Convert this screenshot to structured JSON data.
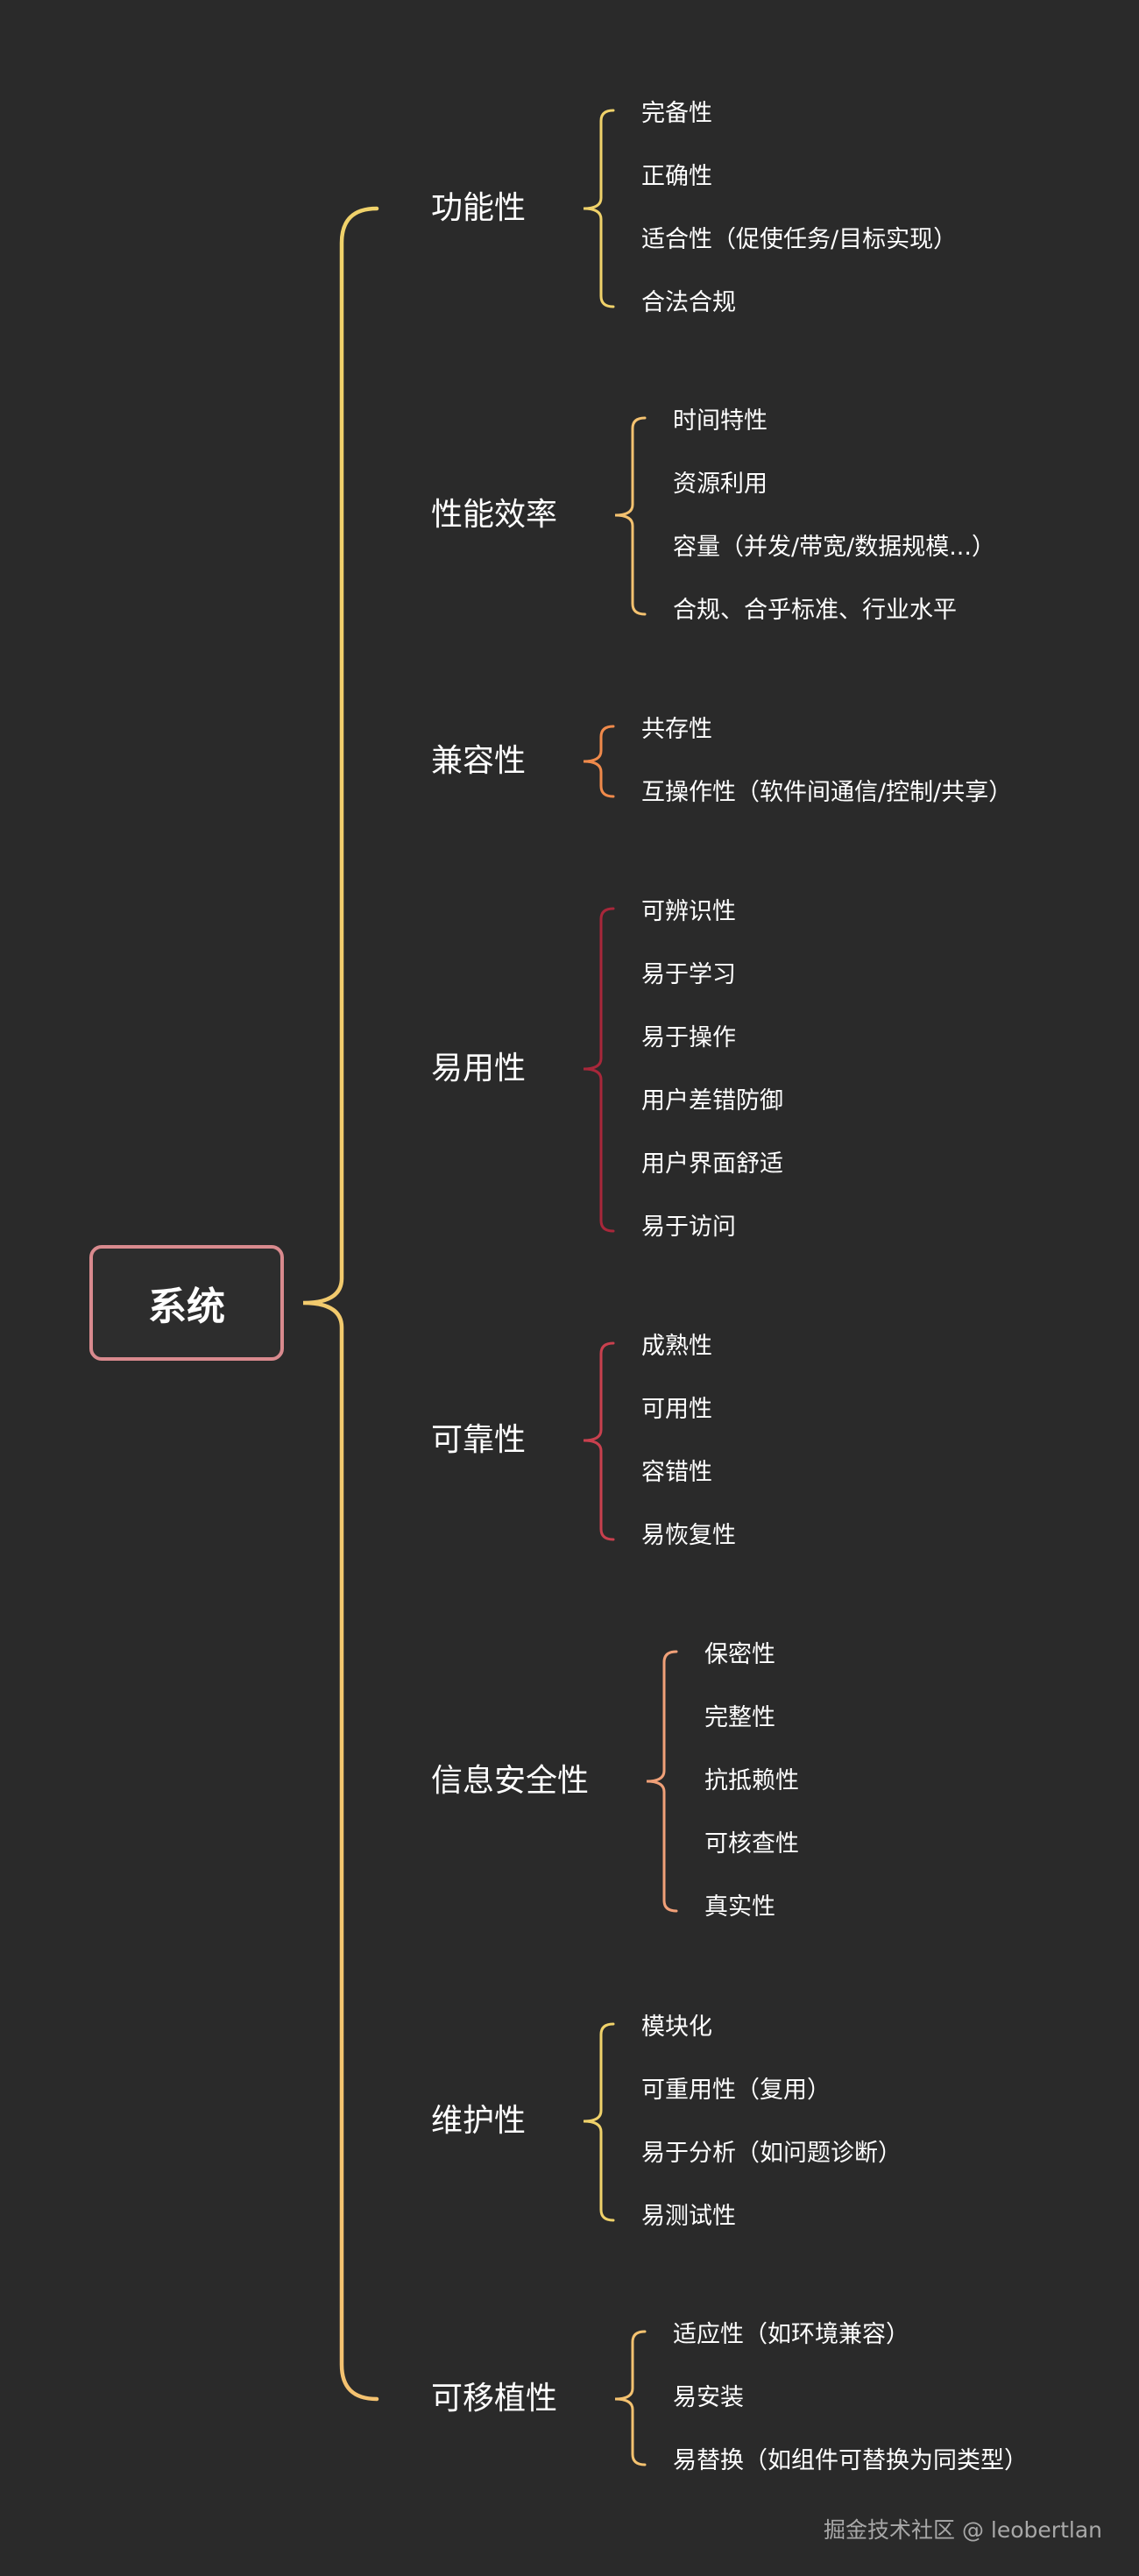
{
  "root": {
    "label": "系统",
    "border_color": "#d98a8e"
  },
  "branches": [
    {
      "label": "功能性",
      "color": "#f0d26a",
      "items": [
        "完备性",
        "正确性",
        "适合性（促使任务/目标实现）",
        "合法合规"
      ]
    },
    {
      "label": "性能效率",
      "color": "#f4c270",
      "items": [
        "时间特性",
        "资源利用",
        "容量（并发/带宽/数据规模...）",
        "合规、合乎标准、行业水平"
      ]
    },
    {
      "label": "兼容性",
      "color": "#f08a4b",
      "items": [
        "共存性",
        "互操作性（软件间通信/控制/共享）"
      ]
    },
    {
      "label": "易用性",
      "color": "#a8273a",
      "items": [
        "可辨识性",
        "易于学习",
        "易于操作",
        "用户差错防御",
        "用户界面舒适",
        "易于访问"
      ]
    },
    {
      "label": "可靠性",
      "color": "#c9404e",
      "items": [
        "成熟性",
        "可用性",
        "容错性",
        "易恢复性"
      ]
    },
    {
      "label": "信息安全性",
      "color": "#f0a078",
      "items": [
        "保密性",
        "完整性",
        "抗抵赖性",
        "可核查性",
        "真实性"
      ]
    },
    {
      "label": "维护性",
      "color": "#f0d26a",
      "items": [
        "模块化",
        "可重用性（复用）",
        "易于分析（如问题诊断）",
        "易测试性"
      ]
    },
    {
      "label": "可移植性",
      "color": "#f4c270",
      "items": [
        "适应性（如环境兼容）",
        "易安装",
        "易替换（如组件可替换为同类型）"
      ]
    }
  ],
  "trunk_colors": {
    "top": "#f0d26a",
    "bottom": "#f4c270"
  },
  "watermark": "掘金技术社区 @ leobertlan"
}
